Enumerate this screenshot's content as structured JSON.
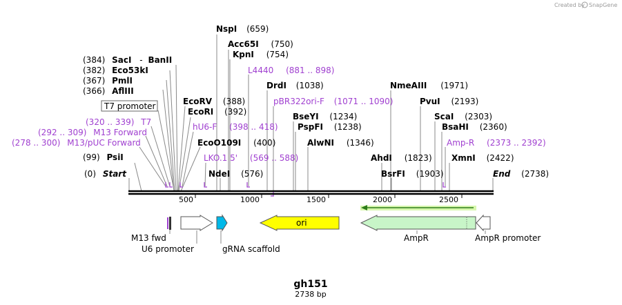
{
  "credit": {
    "text": "Created by",
    "brand": "SnapGene"
  },
  "title": "gh151",
  "length_label": "2738 bp",
  "sequence_length": 2738,
  "axis_ticks": [
    "500",
    "1000",
    "1500",
    "2000",
    "2500"
  ],
  "ends": {
    "start_label": "Start",
    "start_pos": "(0)",
    "end_label": "End",
    "end_pos": "(2738)"
  },
  "enzymes": [
    {
      "name": "SacI",
      "pos": "(384)",
      "extra": "-",
      "extra_name": "BanII"
    },
    {
      "name": "Eco53kI",
      "pos": "(382)"
    },
    {
      "name": "PmlI",
      "pos": "(367)"
    },
    {
      "name": "AflIII",
      "pos": "(366)"
    },
    {
      "name": "PsiI",
      "pos": "(99)"
    },
    {
      "name": "NspI",
      "pos": "(659)"
    },
    {
      "name": "Acc65I",
      "pos": "(750)"
    },
    {
      "name": "KpnI",
      "pos": "(754)"
    },
    {
      "name": "EcoRV",
      "pos": "(388)"
    },
    {
      "name": "EcoRI",
      "pos": "(392)"
    },
    {
      "name": "EcoO109I",
      "pos": "(400)"
    },
    {
      "name": "NdeI",
      "pos": "(576)"
    },
    {
      "name": "DrdI",
      "pos": "(1038)"
    },
    {
      "name": "BseYI",
      "pos": "(1234)"
    },
    {
      "name": "PspFI",
      "pos": "(1238)"
    },
    {
      "name": "AlwNI",
      "pos": "(1346)"
    },
    {
      "name": "NmeAIII",
      "pos": "(1971)"
    },
    {
      "name": "PvuI",
      "pos": "(2193)"
    },
    {
      "name": "ScaI",
      "pos": "(2303)"
    },
    {
      "name": "BsaHI",
      "pos": "(2360)"
    },
    {
      "name": "AhdI",
      "pos": "(1823)"
    },
    {
      "name": "BsrFI",
      "pos": "(1903)"
    },
    {
      "name": "XmnI",
      "pos": "(2422)"
    }
  ],
  "primers": [
    {
      "name": "T7",
      "range": "(320 .. 339)"
    },
    {
      "name": "M13 Forward",
      "range": "(292 .. 309)"
    },
    {
      "name": "M13/pUC Forward",
      "range": "(278 .. 300)"
    },
    {
      "name": "hU6-F",
      "range": "(398 .. 418)"
    },
    {
      "name": "LKO.1 5'",
      "range": "(569 .. 588)"
    },
    {
      "name": "L4440",
      "range": "(881 .. 898)"
    },
    {
      "name": "pBR322ori-F",
      "range": "(1071 .. 1090)"
    },
    {
      "name": "Amp-R",
      "range": "(2373 .. 2392)"
    }
  ],
  "boxed_features": [
    {
      "name": "T7 promoter"
    }
  ],
  "features": [
    {
      "name": "M13 fwd"
    },
    {
      "name": "U6 promoter"
    },
    {
      "name": "gRNA scaffold"
    },
    {
      "name": "ori"
    },
    {
      "name": "AmpR"
    },
    {
      "name": "AmpR promoter"
    }
  ],
  "colors": {
    "primer": "#a040d0",
    "ori": "#ffff00",
    "ampr": "#c8f5c8",
    "grna": "#00b8e8",
    "orf_arrow": "#2e7d1a",
    "orf_arrow_glow": "#b6f06a"
  }
}
